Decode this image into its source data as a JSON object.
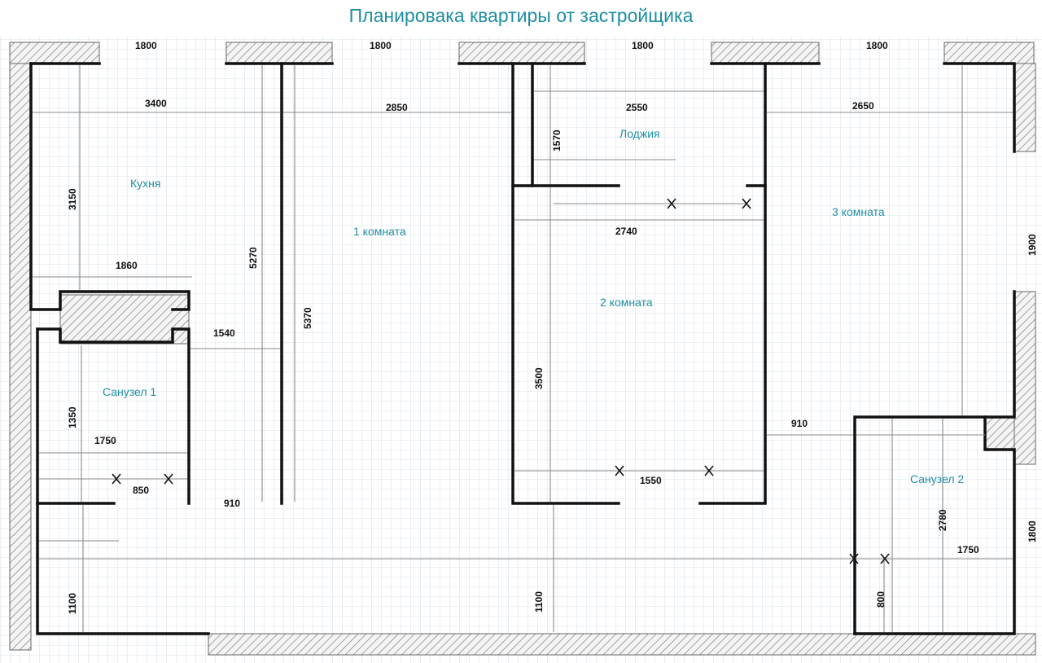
{
  "title": "Планировака квартиры от застройщика",
  "rooms": {
    "kitchen": "Кухня",
    "room1": "1 комната",
    "room2": "2 комната",
    "room3": "3 комната",
    "loggia": "Лоджия",
    "bath1": "Санузел 1",
    "bath2": "Санузел 2"
  },
  "dimensions": {
    "window1": "1800",
    "window2": "1800",
    "window3": "1800",
    "window4": "1800",
    "kitchen_width": "3400",
    "room1_width": "2850",
    "loggia_width": "2550",
    "room3_width": "2650",
    "kitchen_depth": "3150",
    "room1_depth_a": "5270",
    "room1_depth_b": "5370",
    "loggia_depth": "1570",
    "room2_width": "2740",
    "right_window": "1900",
    "kitchen_lower": "1860",
    "corridor_1540": "1540",
    "bath1_height": "1350",
    "bath1_width": "1750",
    "door_850": "850",
    "door_910_left": "910",
    "room2_depth": "3500",
    "door_910_right": "910",
    "room2_bottom": "1550",
    "bath2_height": "2780",
    "bath2_width": "1750",
    "right_bottom": "1800",
    "hall_left": "1100",
    "hall_center": "1100",
    "hall_right": "800"
  }
}
